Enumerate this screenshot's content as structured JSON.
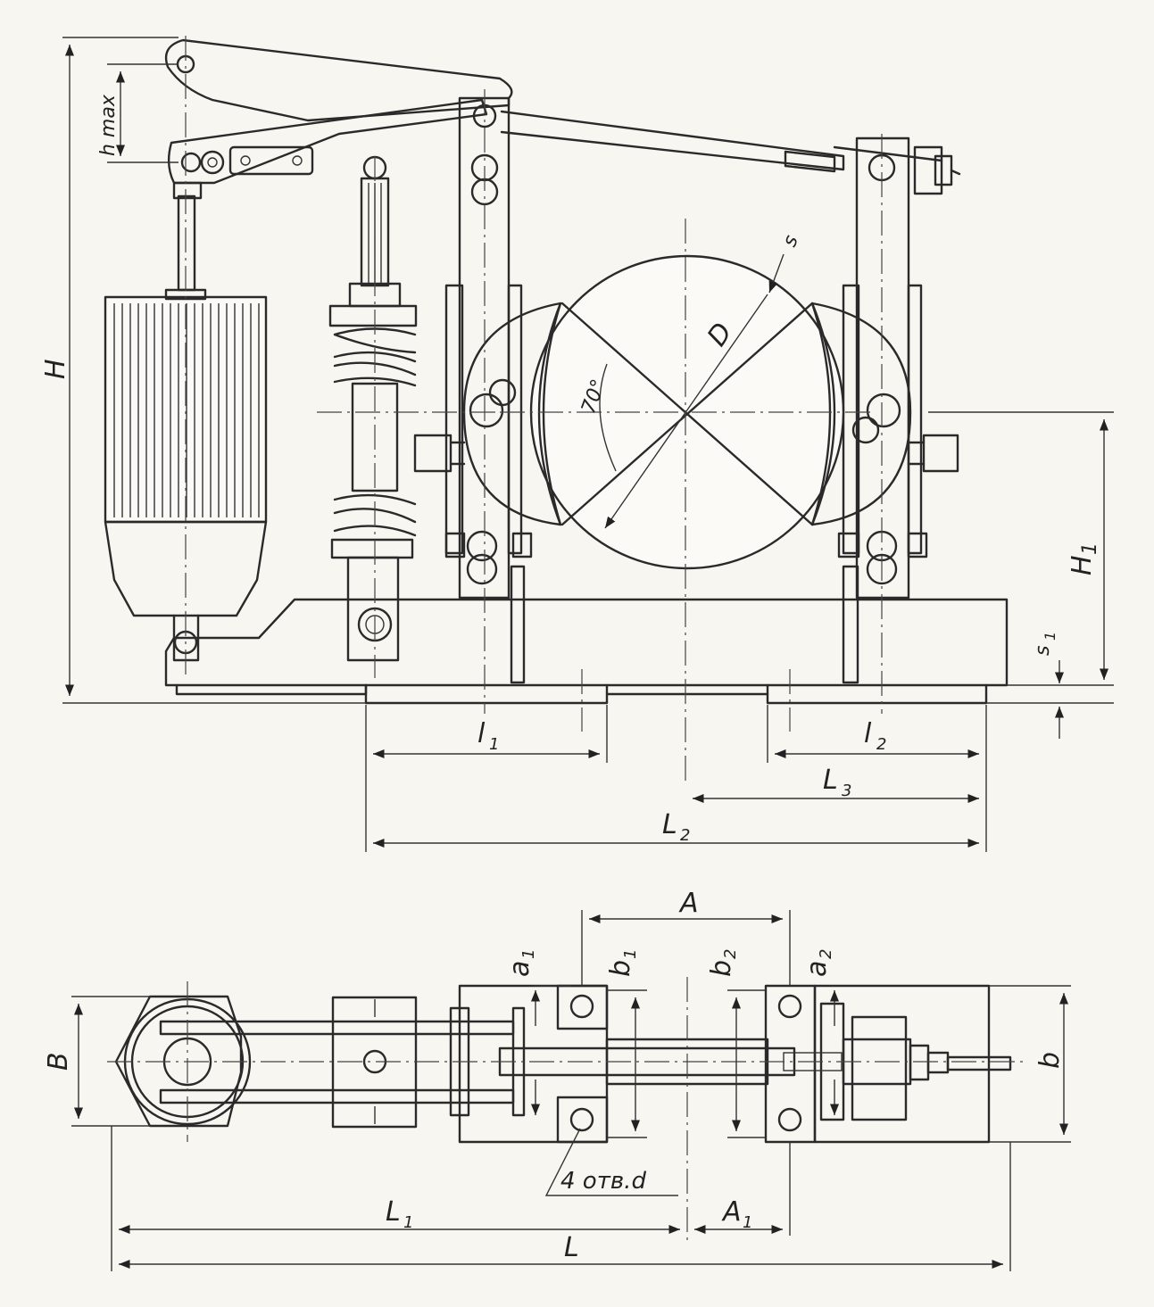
{
  "labels": {
    "H": "H",
    "h_max": "h max",
    "H1": "H",
    "H1_sub": "1",
    "s": "s",
    "s1": "s",
    "s1_sub": "1",
    "D": "D",
    "angle": "70°",
    "l1": "l",
    "l1_sub": "1",
    "l2": "l",
    "l2_sub": "2",
    "L3": "L",
    "L3_sub": "3",
    "L2": "L",
    "L2_sub": "2",
    "A": "A",
    "a1": "a",
    "a1_sub": "1",
    "b1": "b",
    "b1_sub": "1",
    "b2": "b",
    "b2_sub": "2",
    "a2": "a",
    "a2_sub": "2",
    "B": "B",
    "b": "b",
    "holes_note": "4 отв.d",
    "L1": "L",
    "L1_sub": "1",
    "A1": "A",
    "A1_sub": "1",
    "L": "L"
  }
}
